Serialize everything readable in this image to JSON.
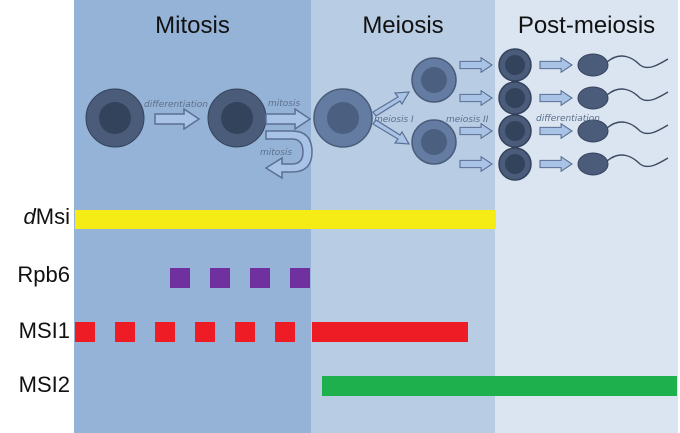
{
  "phases": [
    {
      "id": "mitosis",
      "label": "Mitosis",
      "color": "#95b3d7"
    },
    {
      "id": "meiosis",
      "label": "Meiosis",
      "color": "#b8cce4"
    },
    {
      "id": "post-meiosis",
      "label": "Post-meiosis",
      "color": "#dbe5f1"
    }
  ],
  "annotations": {
    "differentiation_1": "differentiation",
    "mitosis_forward": "mitosis",
    "mitosis_loop": "mitosis",
    "meiosis_1": "meiosis I",
    "meiosis_2": "meiosis II",
    "differentiation_2": "differentiation"
  },
  "rows": [
    {
      "id": "dmsi",
      "label_prefix_italic": "d",
      "label": "Msi",
      "color": "#f5ec16",
      "segments": [
        {
          "start": "mitosis",
          "end": "meiosis-end",
          "style": "solid"
        }
      ]
    },
    {
      "id": "rpb6",
      "label_prefix_italic": "",
      "label": "Rpb6",
      "color": "#7030a0",
      "segments": [
        {
          "start": "mitosis-mid",
          "end": "mitosis-end",
          "style": "dashed"
        }
      ]
    },
    {
      "id": "msi1",
      "label_prefix_italic": "",
      "label": "MSI1",
      "color": "#ee1c25",
      "segments": [
        {
          "start": "mitosis",
          "end": "mitosis-end",
          "style": "dashed"
        },
        {
          "start": "meiosis",
          "end": "meiosis-late",
          "style": "solid"
        }
      ]
    },
    {
      "id": "msi2",
      "label_prefix_italic": "",
      "label": "MSI2",
      "color": "#1db04c",
      "segments": [
        {
          "start": "meiosis",
          "end": "post-meiosis-end",
          "style": "solid"
        }
      ]
    }
  ],
  "colors": {
    "cell_outer": "#4a5c7a",
    "cell_inner": "#34435c",
    "cell_outer_light": "#647ca2",
    "cell_inner_light": "#4b5f80",
    "arrow_fill": "#a9c3e6",
    "arrow_stroke": "#5b6f93"
  }
}
